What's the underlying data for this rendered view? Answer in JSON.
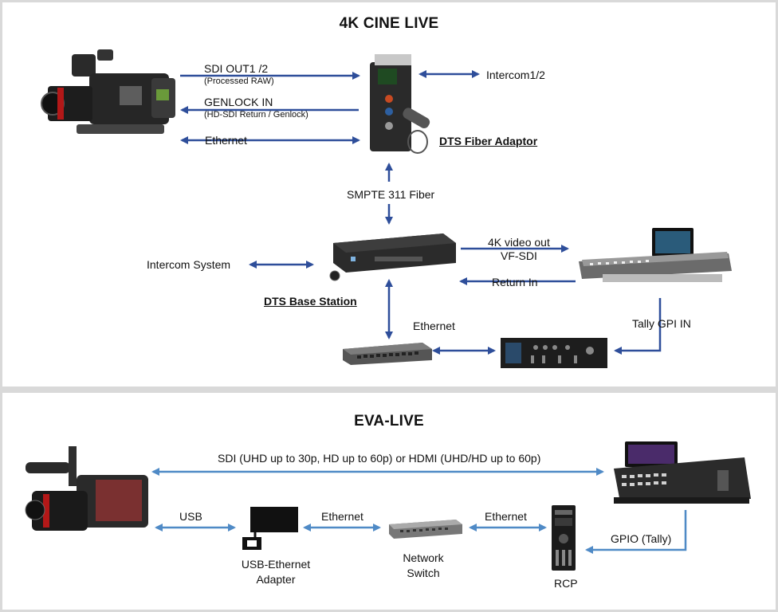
{
  "top": {
    "title": "4K CINE LIVE",
    "sdi_out": "SDI OUT1 /2",
    "sdi_out_sub": "(Processed RAW)",
    "genlock": "GENLOCK IN",
    "genlock_sub": "(HD-SDI Return / Genlock)",
    "ethernet_camera": "Ethernet",
    "intercom12": "Intercom1/2",
    "fiber_adaptor": "DTS Fiber Adaptor",
    "smpte": "SMPTE 311 Fiber",
    "intercom_system": "Intercom System",
    "base_station": "DTS Base Station",
    "video_out_1": "4K video out",
    "video_out_2": "VF-SDI",
    "return_in": "Return In",
    "ethernet_switch": "Ethernet",
    "tally": "Tally GPI IN"
  },
  "bottom": {
    "title": "EVA-LIVE",
    "sdi_hdmi": "SDI (UHD up to 30p, HD up to 60p) or HDMI (UHD/HD up to 60p)",
    "usb": "USB",
    "usb_adapter_1": "USB-Ethernet",
    "usb_adapter_2": "Adapter",
    "ethernet_1": "Ethernet",
    "ethernet_2": "Ethernet",
    "switch_1": "Network",
    "switch_2": "Switch",
    "rcp": "RCP",
    "gpio": "GPIO (Tally)"
  },
  "colors": {
    "arrow_top": "#2e4e9a",
    "arrow_bottom": "#4f8ac6",
    "panel_bg": "#ffffff",
    "frame_bg": "#d9d9d9"
  }
}
